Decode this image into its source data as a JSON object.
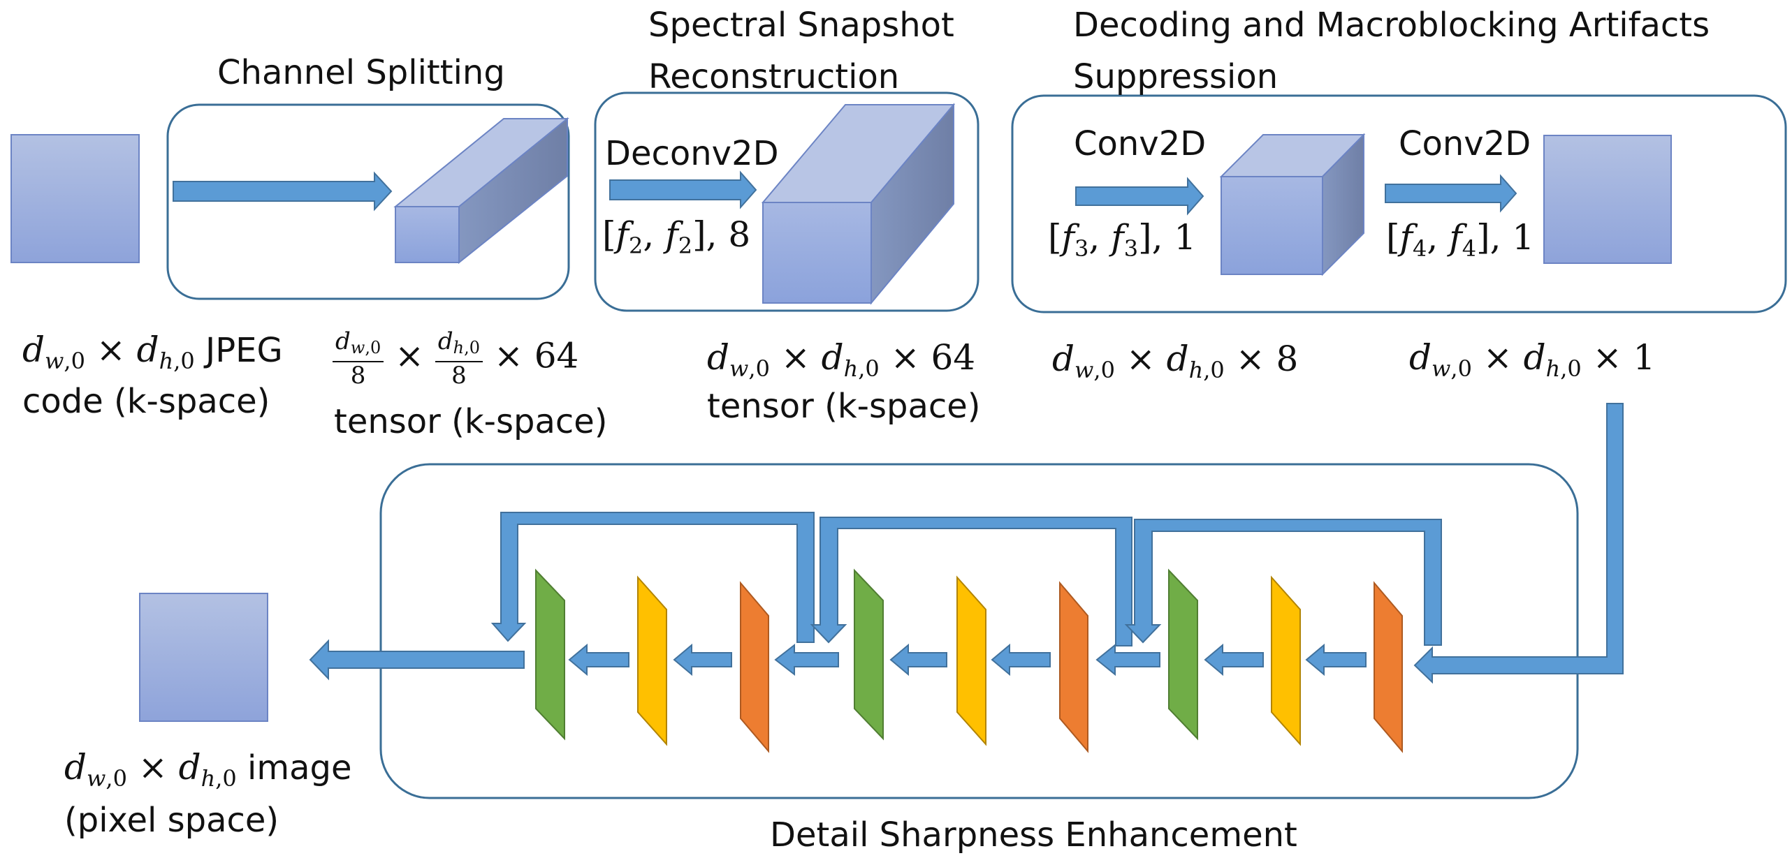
{
  "stages": {
    "channel_splitting": "Channel Splitting",
    "spectral_line1": "Spectral Snapshot",
    "spectral_line2": "Reconstruction",
    "decoding_line1": "Decoding and Macroblocking Artifacts",
    "decoding_line2": "Suppression",
    "detail": "Detail Sharpness Enhancement"
  },
  "ops": {
    "deconv": "Deconv2D",
    "deconv_params": ", 8",
    "conv1": "Conv2D",
    "conv1_params": ", 1",
    "conv2": "Conv2D",
    "conv2_params": ", 1"
  },
  "labels": {
    "jpeg_suffix": " JPEG",
    "jpeg_line2": "code (k-space)",
    "split_mult": "× 64",
    "split_line2": "tensor (k-space)",
    "recon_mult": "× 64",
    "recon_line2": "tensor (k-space)",
    "decode_mult": "× 8",
    "out_mult": "× 1",
    "image_suffix": " image",
    "image_line2": "(pixel space)",
    "eight": "8"
  },
  "colors": {
    "arrow": "#5b9bd5",
    "arrow_stroke": "#41719c",
    "box_stroke": "#3a6e96",
    "green": "#70ad47",
    "yellow": "#ffc000",
    "orange": "#ed7d31"
  }
}
